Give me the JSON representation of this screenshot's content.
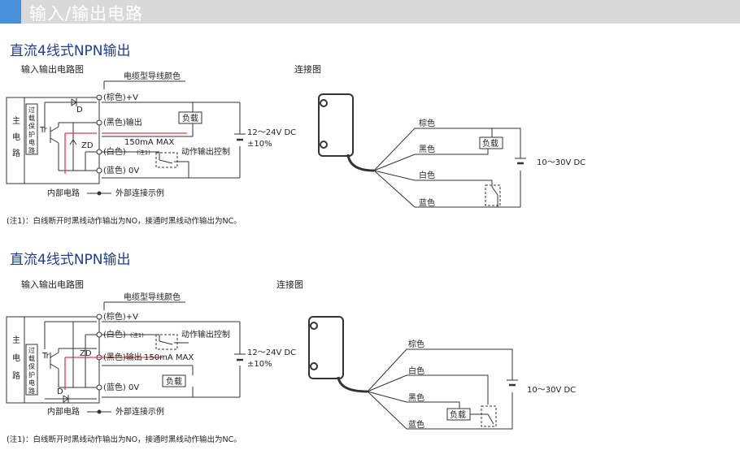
{
  "header": {
    "title": "输入/输出电路"
  },
  "sections": [
    {
      "title": "直流4线式NPN输出",
      "circuit_label": "输入输出电路图",
      "connection_label": "连接图",
      "cable_label": "电缆型导线颜色",
      "main_circuit": [
        "主",
        "电",
        "路"
      ],
      "protect": [
        "过",
        "载",
        "保",
        "护",
        "电",
        "路"
      ],
      "tr": "Tr",
      "zd": "ZD",
      "d": "D",
      "wires": [
        "(棕色)+V",
        "(黑色)输出",
        "(白色)",
        "(蓝色) 0V"
      ],
      "note_mark": "(注1)",
      "load": "负载",
      "current": "150mA  MAX",
      "switch_label": "动作输出控制",
      "voltage": [
        "12～24V DC",
        "±10%"
      ],
      "internal": "内部电路",
      "external": "外部连接示例",
      "conn_wires": [
        "棕色",
        "黑色",
        "白色",
        "蓝色"
      ],
      "conn_voltage": "10～30V DC",
      "note": "(注1)：白线断开时黑线动作输出为NO，接通时黑线动作输出为NC。"
    },
    {
      "title": "直流4线式NPN输出",
      "circuit_label": "输入输出电路图",
      "connection_label": "连接图",
      "cable_label": "电缆型导线颜色",
      "main_circuit": [
        "主",
        "电",
        "路"
      ],
      "protect": [
        "过",
        "载",
        "保",
        "护",
        "电",
        "路"
      ],
      "tr": "Tr",
      "zd": "ZD",
      "d": "D",
      "wires": [
        "(棕色)+V",
        "(白色)",
        "(黑色)输出",
        "(蓝色) 0V"
      ],
      "note_mark": "(注1)",
      "load": "负载",
      "current": "150mA  MAX",
      "switch_label": "动作输出控制",
      "voltage": [
        "12～24V DC",
        "±10%"
      ],
      "internal": "内部电路",
      "external": "外部连接示例",
      "conn_wires": [
        "棕色",
        "白色",
        "黑色",
        "蓝色"
      ],
      "conn_voltage": "10～30V DC",
      "note": "(注1)：白线断开时黑线动作输出为NO，接通时黑线动作输出为NC。"
    }
  ],
  "colors": {
    "accent": "#4a90d9",
    "title": "#1f3f8f",
    "current_path": "#e03a4a"
  }
}
